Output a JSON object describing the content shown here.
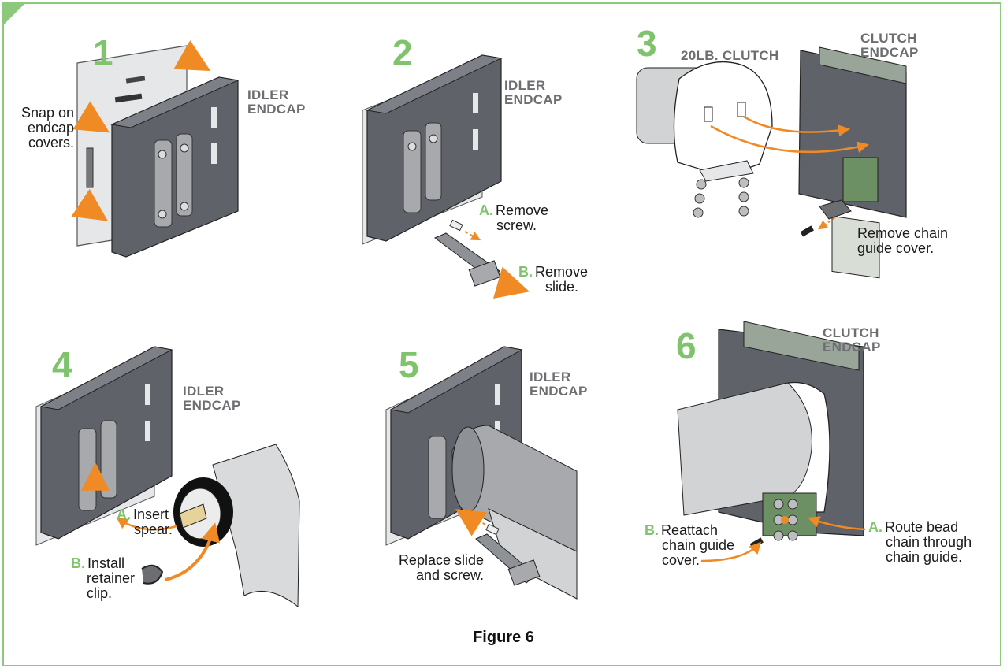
{
  "figure_caption": "Figure 6",
  "colors": {
    "accent_green": "#7fc46d",
    "arrow_orange": "#f08a24",
    "frame_green": "#8cc97d",
    "part_gray": "#5f6369"
  },
  "steps": [
    {
      "number": "1",
      "part_label": [
        "IDLER",
        "ENDCAP"
      ],
      "callouts": [
        {
          "letter": "",
          "text": [
            "Snap on",
            "endcap",
            "covers."
          ]
        }
      ]
    },
    {
      "number": "2",
      "part_label": [
        "IDLER",
        "ENDCAP"
      ],
      "callouts": [
        {
          "letter": "A.",
          "text": [
            "Remove",
            "screw."
          ]
        },
        {
          "letter": "B.",
          "text": [
            "Remove",
            "slide."
          ]
        }
      ]
    },
    {
      "number": "3",
      "part_label": [
        "CLUTCH",
        "ENDCAP"
      ],
      "secondary_label": "20LB. CLUTCH",
      "callouts": [
        {
          "letter": "",
          "text": [
            "Remove chain",
            "guide cover."
          ]
        }
      ]
    },
    {
      "number": "4",
      "part_label": [
        "IDLER",
        "ENDCAP"
      ],
      "callouts": [
        {
          "letter": "A.",
          "text": [
            "Insert",
            "spear."
          ]
        },
        {
          "letter": "B.",
          "text": [
            "Install",
            "retainer",
            "clip."
          ]
        }
      ]
    },
    {
      "number": "5",
      "part_label": [
        "IDLER",
        "ENDCAP"
      ],
      "callouts": [
        {
          "letter": "",
          "text": [
            "Replace slide",
            "and screw."
          ]
        }
      ]
    },
    {
      "number": "6",
      "part_label": [
        "CLUTCH",
        "ENDCAP"
      ],
      "callouts": [
        {
          "letter": "B.",
          "text": [
            "Reattach",
            "chain guide",
            "cover."
          ]
        },
        {
          "letter": "A.",
          "text": [
            "Route bead",
            "chain through",
            "chain guide."
          ]
        }
      ]
    }
  ]
}
